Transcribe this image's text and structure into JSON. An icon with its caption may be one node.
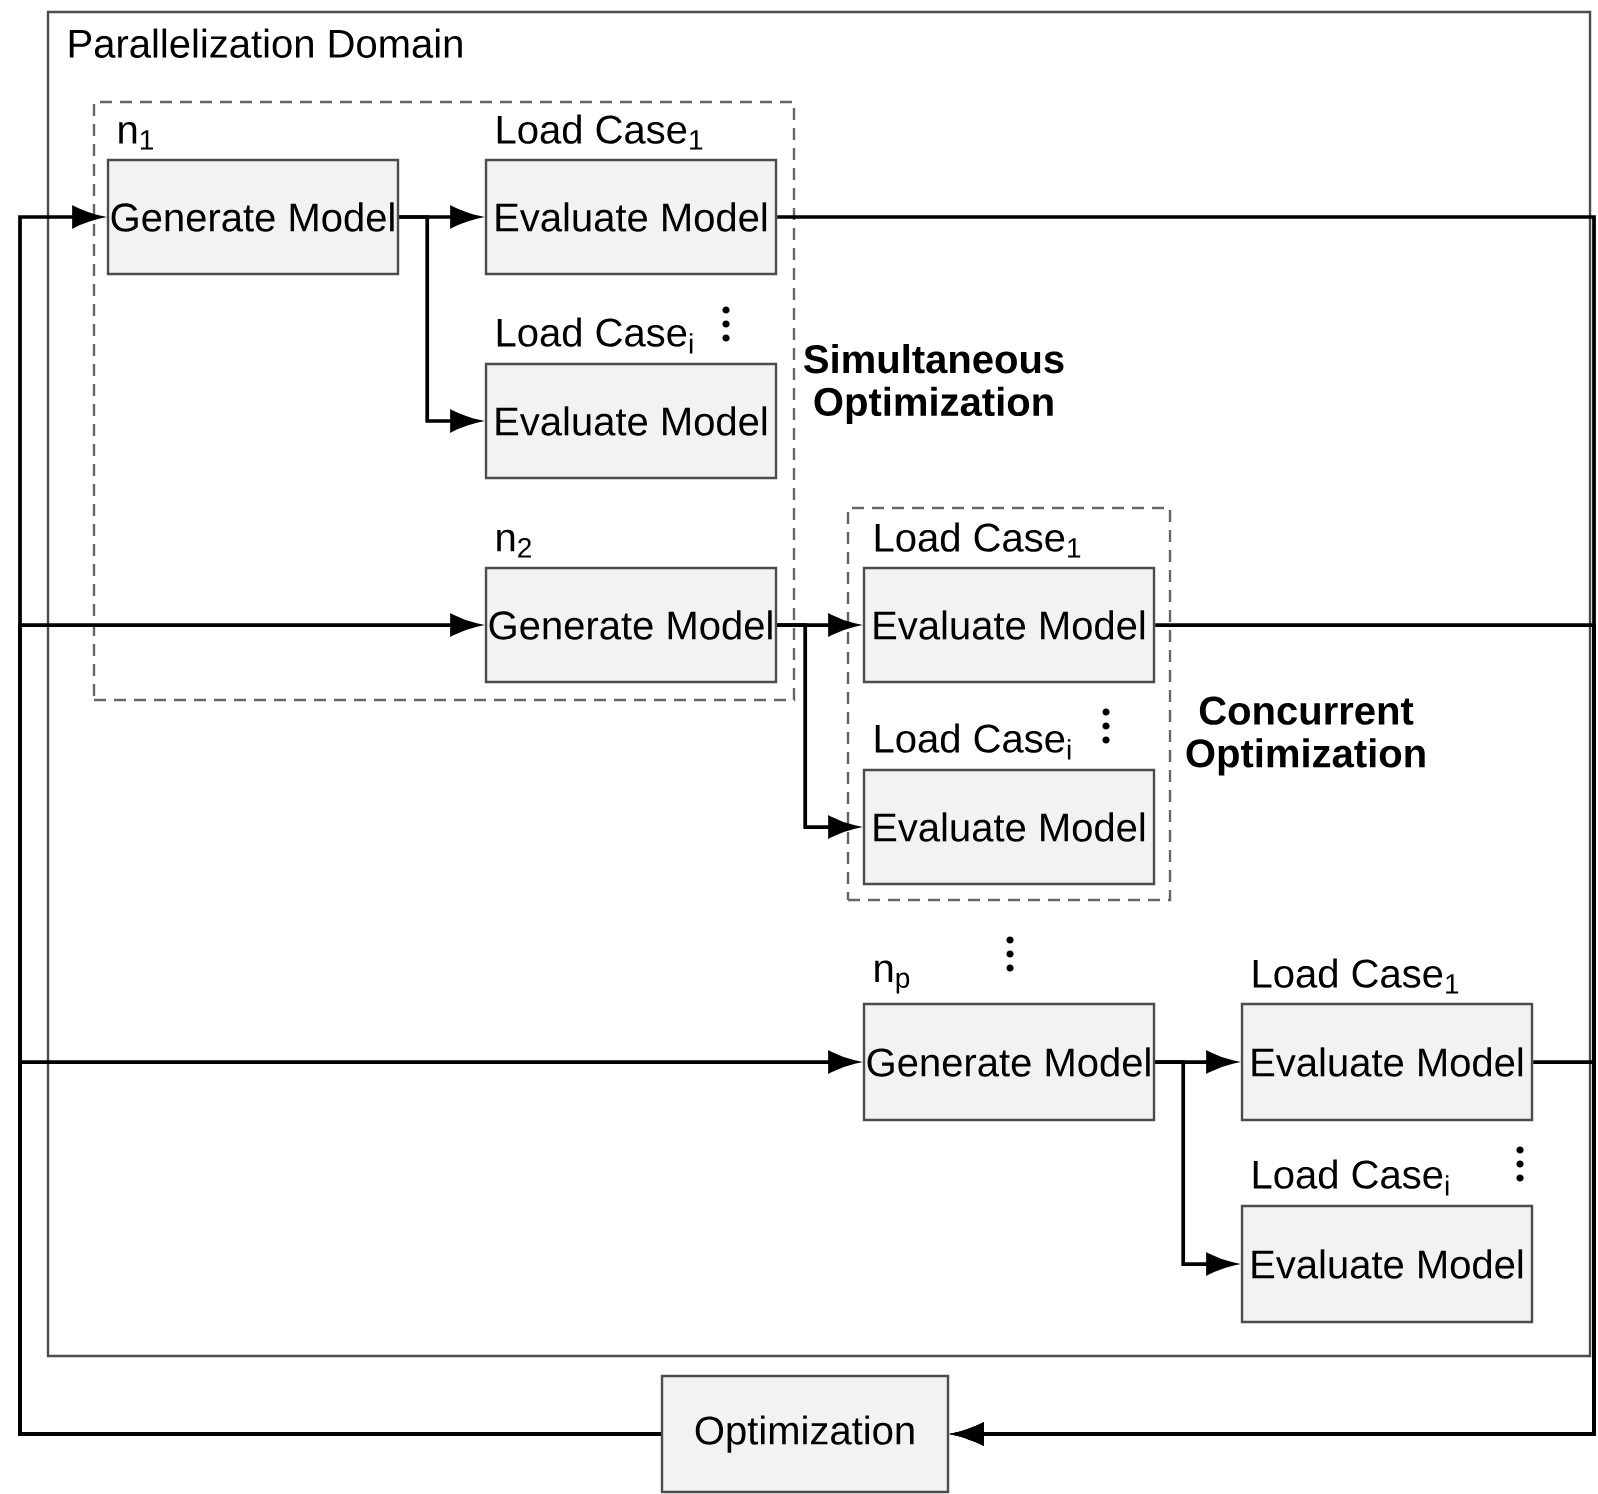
{
  "diagram": {
    "nodes": [
      {
        "text": [
          "Parallelization Domain"
        ]
      },
      {
        "text": [],
        "shape": "box",
        "in": 0,
        "beside": [
          "Simultaneous Optimization"
        ]
      },
      {
        "text": [
          "n$_{1}$",
          "Generate Model"
        ],
        "in": 1
      },
      {
        "text": [
          "Load Case$_{1}$",
          "Evaluate Model"
        ],
        "in": 1
      },
      {
        "text": [
          "Load Case$_{i}$",
          "Evaluate Model"
        ],
        "in": 1
      },
      {
        "text": [
          "n$_{2}$",
          "Generate Model"
        ],
        "in": 1
      },
      {
        "text": [],
        "shape": "box",
        "in": 0,
        "beside": [
          "Concurrent Optimization"
        ]
      },
      {
        "text": [
          "Load Case$_{1}$",
          "Evaluate Model"
        ],
        "in": 6
      },
      {
        "text": [
          "Load Case$_{i}$",
          "Evaluate Model"
        ],
        "in": 6
      },
      {
        "text": [
          "n$_{p}$",
          "Generate Model"
        ],
        "in": 0
      },
      {
        "text": [
          "Load Case$_{1}$",
          "Evaluate Model"
        ],
        "in": 0
      },
      {
        "text": [
          "Load Case$_{i}$",
          "Evaluate Model"
        ],
        "in": 0
      },
      {
        "text": [
          "Optimization"
        ]
      }
    ],
    "edges": [
      {
        "from": 2,
        "to": 3,
        "arrow": "to"
      },
      {
        "from": 2,
        "to": 4,
        "arrow": "to"
      },
      {
        "from": 5,
        "to": 7,
        "arrow": "to"
      },
      {
        "from": 5,
        "to": 8,
        "arrow": "to"
      },
      {
        "from": 9,
        "to": 10,
        "arrow": "to"
      },
      {
        "from": 9,
        "to": 11,
        "arrow": "to"
      },
      {
        "from": 3,
        "to": 12,
        "arrow": "to"
      },
      {
        "from": 7,
        "to": 12,
        "arrow": "to"
      },
      {
        "from": 10,
        "to": 12,
        "arrow": "to"
      },
      {
        "from": 12,
        "to": 2,
        "arrow": "to"
      },
      {
        "from": 12,
        "to": 5,
        "arrow": "to"
      },
      {
        "from": 12,
        "to": 9,
        "arrow": "to"
      }
    ]
  }
}
